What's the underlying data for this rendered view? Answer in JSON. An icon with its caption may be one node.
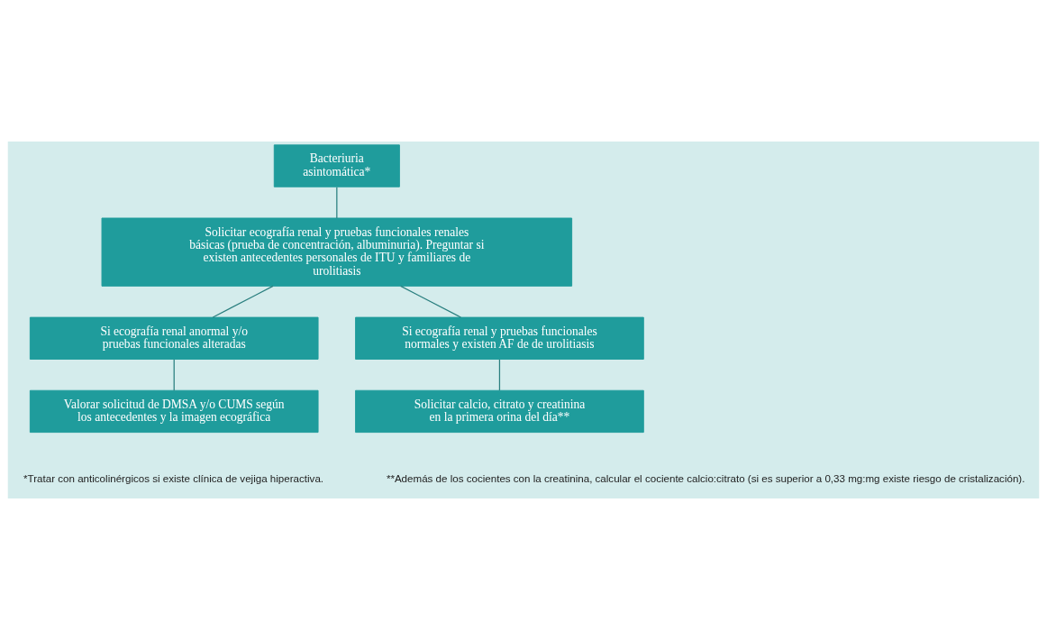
{
  "diagram": {
    "nodes": [
      {
        "text": [
          "Bacteriuria asintomática*"
        ]
      },
      {
        "text": [
          "Solicitar ecografía renal y pruebas funcionales renales básicas (prueba de concentración, albuminuria). Preguntar si existen antecedentes personales de ITU y familiares de urolitiasis"
        ]
      },
      {
        "text": [
          "Si ecografía renal anormal y/o pruebas funcionales alteradas"
        ]
      },
      {
        "text": [
          "Si ecografía renal y pruebas funcionales normales y existen AF de de urolitiasis"
        ]
      },
      {
        "text": [
          "Valorar solicitud de DMSA y/o CUMS según los antecedentes y la imagen ecográfica"
        ]
      },
      {
        "text": [
          "Solicitar calcio, citrato y creatinina en la primera orina del día**"
        ]
      }
    ],
    "edges": [
      {
        "from": 0,
        "to": 1,
        "arrow": "none"
      },
      {
        "from": 1,
        "to": 2,
        "arrow": "none"
      },
      {
        "from": 1,
        "to": 3,
        "arrow": "none"
      },
      {
        "from": 2,
        "to": 4,
        "arrow": "none"
      },
      {
        "from": 3,
        "to": 5,
        "arrow": "none"
      }
    ],
    "labels": [
      "*Tratar con anticolinérgicos si existe clínica de vejiga hiperactiva.",
      "**Además de los cocientes con la creatinina, calcular el cociente calcio:citrato (si es superior a 0,33 mg:mg existe riesgo de cristalización)."
    ]
  }
}
